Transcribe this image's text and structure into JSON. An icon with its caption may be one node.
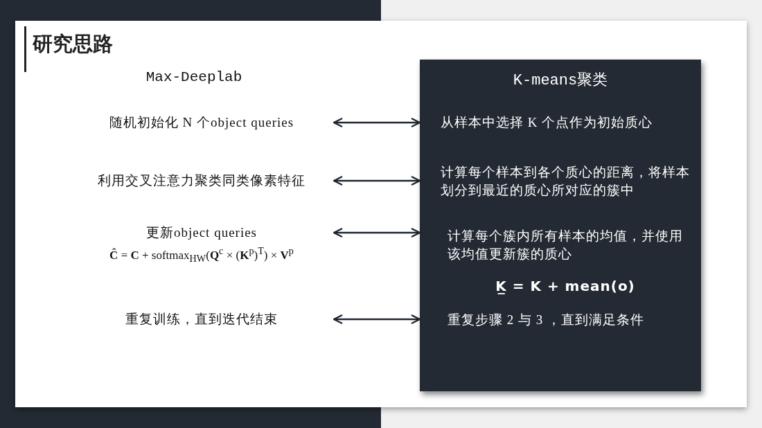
{
  "diagram": {
    "title": "研究思路",
    "nodes": [
      {
        "text": [
          "K-means聚类"
        ]
      },
      {
        "text": [
          "随机初始化 N 个object queries"
        ]
      },
      {
        "text": [
          "利用交叉注意力聚类同类像素特征"
        ]
      },
      {
        "text": [
          "更新object queries",
          "**Ĉ** = **C** + softmax$_{HW}$(**Q**$^{c}$ × (**K**$^{p}$)$^{T}$) × **V**$^{p}$"
        ]
      },
      {
        "text": [
          "重复训练，直到迭代结束"
        ]
      },
      {
        "text": [
          "从样本中选择 K 个点作为初始质心"
        ],
        "in": 0
      },
      {
        "text": [
          "计算每个样本到各个质心的距离，将样本划分到最近的质心所对应的簇中"
        ],
        "in": 0
      },
      {
        "text": [
          "计算每个簇内所有样本的均值，并使用该均值更新簇的质心",
          "K̲ = K + mean(o)"
        ],
        "in": 0
      },
      {
        "text": [
          "重复步骤 2 与 3 ，直到满足条件"
        ],
        "in": 0
      }
    ],
    "edges": [
      {
        "from": 1,
        "to": 5,
        "arrow": "both"
      },
      {
        "from": 2,
        "to": 6,
        "arrow": "both"
      },
      {
        "from": 3,
        "to": 7,
        "arrow": "both"
      },
      {
        "from": 4,
        "to": 8,
        "arrow": "both"
      }
    ],
    "labels": [
      "Max-Deeplab"
    ]
  }
}
